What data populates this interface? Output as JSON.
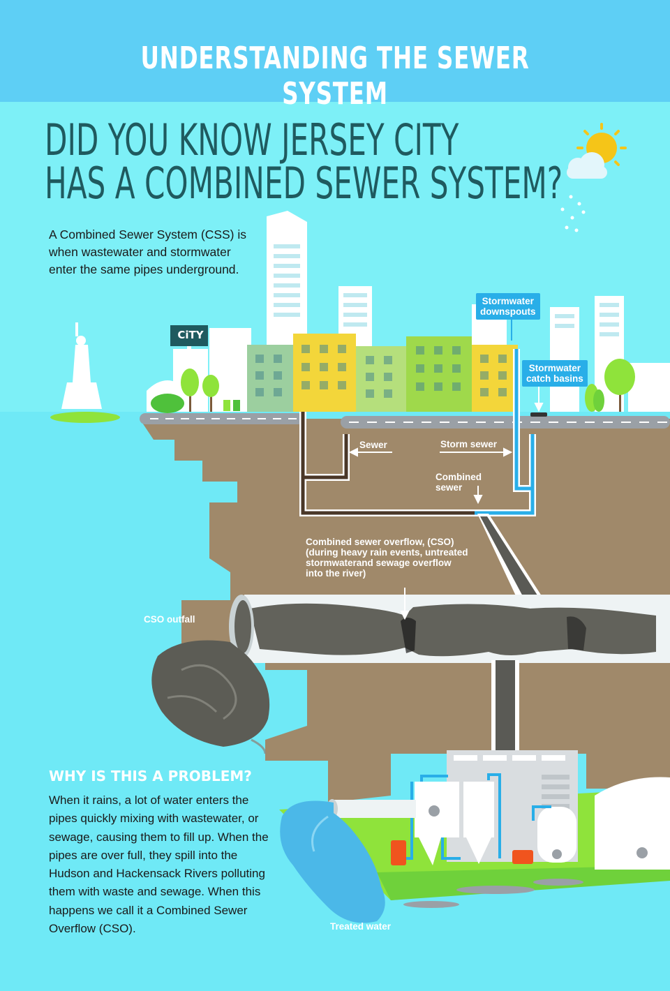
{
  "banner": {
    "title": "UNDERSTANDING THE SEWER SYSTEM"
  },
  "headline": {
    "line1": "DID YOU KNOW JERSEY CITY",
    "line2": "HAS A COMBINED SEWER SYSTEM?"
  },
  "intro": "A Combined Sewer System (CSS) is when wastewater and stormwater enter the same pipes underground.",
  "city_sign": "CiTY",
  "labels": {
    "stormwater_downspouts": [
      "Stormwater",
      "downspouts"
    ],
    "stormwater_catch_basins": [
      "Stormwater",
      "catch basins"
    ],
    "sewer": "Sewer",
    "storm_sewer": "Storm sewer",
    "combined_sewer": [
      "Combined",
      "sewer"
    ],
    "cso": [
      "Combined sewer overflow, (CSO)",
      "(during heavy rain events, untreated",
      "stormwaterand sewage overflow",
      "into the river)"
    ],
    "cso_outfall": "CSO outfall",
    "treated_water": "Treated water"
  },
  "problem": {
    "title": "WHY IS THIS A PROBLEM?",
    "body": "When it rains, a lot of water enters the pipes quickly mixing with wastewater, or sewage, causing them to fill up. When the pipes are over full, they spill into the Hudson and Hackensack Rivers polluting them with waste and sewage. When this happens we call it a Combined Sewer Overflow (CSO)."
  },
  "colors": {
    "banner": "#5ecff5",
    "sky": "#7df0f7",
    "water": "#5fe7f5",
    "soil": "#a0896a",
    "headline": "#1f5a5f",
    "sewer_pipe": "#4a3728",
    "storm_pipe": "#29aee8",
    "grass": "#8fe33b"
  }
}
